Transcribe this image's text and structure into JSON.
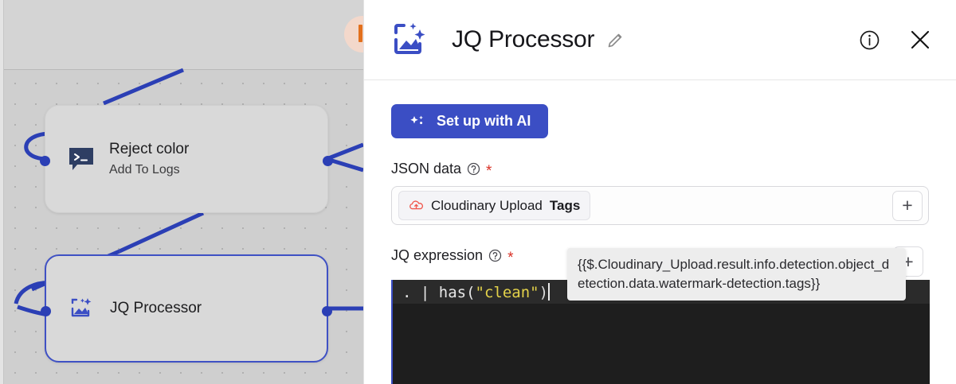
{
  "canvas": {
    "nodes": [
      {
        "id": "reject-color",
        "title": "Reject color",
        "subtitle": "Add To Logs",
        "icon": "terminal-chat-icon",
        "selected": false
      },
      {
        "id": "jq-processor",
        "title": "JQ Processor",
        "subtitle": "",
        "icon": "image-sparkle-icon",
        "selected": true
      }
    ],
    "edge_color": "#2b3fb5",
    "avatar": "user-avatar-partial"
  },
  "panel": {
    "header": {
      "icon": "image-sparkle-icon",
      "title": "JQ Processor",
      "edit_icon": "pencil-icon",
      "info_icon": "info-icon",
      "close_icon": "close-icon"
    },
    "ai_button": {
      "label": "Set up with AI",
      "icon": "sparkles-icon",
      "color": "#3b4ec4"
    },
    "fields": [
      {
        "label": "JSON data",
        "help_icon": "question-circle-icon",
        "required": true,
        "required_marker": "*",
        "chip": {
          "icon": "cloudinary-cloud-icon",
          "icon_color": "#f0584d",
          "prefix": "Cloudinary Upload",
          "bold": "Tags"
        },
        "add_button_label": "+"
      },
      {
        "label": "JQ expression",
        "help_icon": "question-circle-icon",
        "required": true,
        "required_marker": "*",
        "add_button_label": "+",
        "code": {
          "before": ". | has(",
          "string": "\"clean\"",
          "after": ")"
        }
      }
    ],
    "tooltip": {
      "text": "{{$.Cloudinary_Upload.result.info.detection.object_detection.data.watermark-detection.tags}}"
    }
  }
}
